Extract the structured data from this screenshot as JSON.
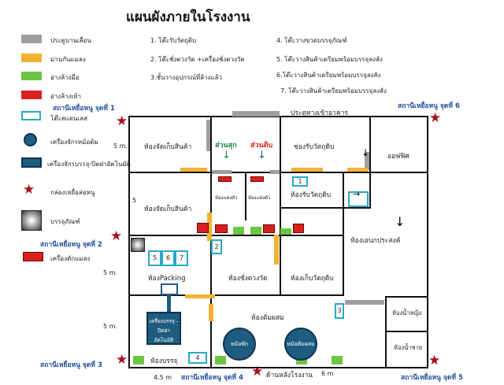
{
  "title": "แผนผังภายในโรงงาน",
  "legend": [
    {
      "label": "ประตูบานเลื่อน",
      "color": "#9e9e9e"
    },
    {
      "label": "ม่านกันแมลง",
      "color": "#f2b233"
    },
    {
      "label": "อ่างล้างมือ",
      "color": "#6cc644"
    },
    {
      "label": "อ่างล้างเท้า",
      "color": "#d8201e"
    },
    {
      "label": "โต๊ะสแตนเลส"
    },
    {
      "label": "เครื่องจักรหม้อต้ม"
    },
    {
      "label": "เครื่องจักรบรรจุ-ปิดฝาอัตโนมัติ"
    },
    {
      "label": "กล่องเหยื่อล่อหนู"
    },
    {
      "label": "บรรจุภัณฑ์"
    },
    {
      "label": "เครื่องดักแมลง"
    }
  ],
  "numbered_notes": [
    "1. โต๊ะรับวัตถุดิบ",
    "2. โต๊ะชั่งตวงวัด +เครื่องชั่งตวงวัด",
    "3.ชั้นวางอุปกรณ์ที่ล้างแล้ว",
    "4. โต๊ะวางขวดบรรจุภัณฑ์",
    "5. โต๊ะวางสินค้าเตรียมพร้อมบรรจุลงลัง",
    "6.โต๊ะวางสินค้าเตรียมพร้อมบรรจุลงลัง",
    "7. โต๊ะวางสินค้าเตรียมพร้อมบรรจุลงลัง"
  ],
  "stations": {
    "s1": "สถานีเหยื่อหนู จุดที่ 1",
    "s2": "สถานีเหยื่อหนู จุดที่ 2",
    "s3": "สถานีเหยื่อหนู จุดที่ 3",
    "s4": "สถานีเหยื่อหนู จุดที่ 4",
    "s5": "สถานีเหยื่อหนู จุดที่ 5",
    "s6": "สถานีเหยื่อหนู จุดที่ 6"
  },
  "labels": {
    "entrance": "ประตูทางเข้าอาคาร",
    "rear": "ด้านหลังโรงงาน",
    "cooked": "ส่วนสุก",
    "raw": "ส่วนดิบ"
  },
  "rooms": {
    "goods_store_1": "ห้องจัดเก็บสินค้า",
    "goods_store_2": "ห้องจัดเก็บสินค้า",
    "dressing_1": "ห้องแต่งตัว",
    "dressing_2": "ห้องแต่งตัว",
    "receive_passage": "ช่องรับวัตถุดิบ",
    "receive_room": "ห้องรับวัตถุดิบ",
    "office": "ออฟฟิศ",
    "multipurpose": "ห้องเอนกประสงค์",
    "packing": "ห้องPacking",
    "weighing": "ห้องชั่งตวงวัด",
    "raw_store": "ห้องเก็บวัตถุดิบ",
    "mixing": "ห้องต้มผสม",
    "filling": "ห้องบรรจุ",
    "women_wc": "ห้องน้ำหญิง",
    "men_wc": "ห้องน้ำชาย"
  },
  "machines": {
    "boiler_1": "หม้อพัก",
    "boiler_2": "หม้อต้มผสม",
    "filler": "เครื่องบรรจุ - ปิดฝาอัตโนมัติ"
  },
  "tables": {
    "t1": "1",
    "t2": "2",
    "t3": "3",
    "t4": "4",
    "t5": "5",
    "t6": "6",
    "t7": "7"
  },
  "dimensions": {
    "d_5m_a": "5 m.",
    "d_5": "5",
    "d_5m_b": "5 m.",
    "d_5m_c": "5 m.",
    "d_45": "4.5 m",
    "d_6m": "6 m"
  }
}
